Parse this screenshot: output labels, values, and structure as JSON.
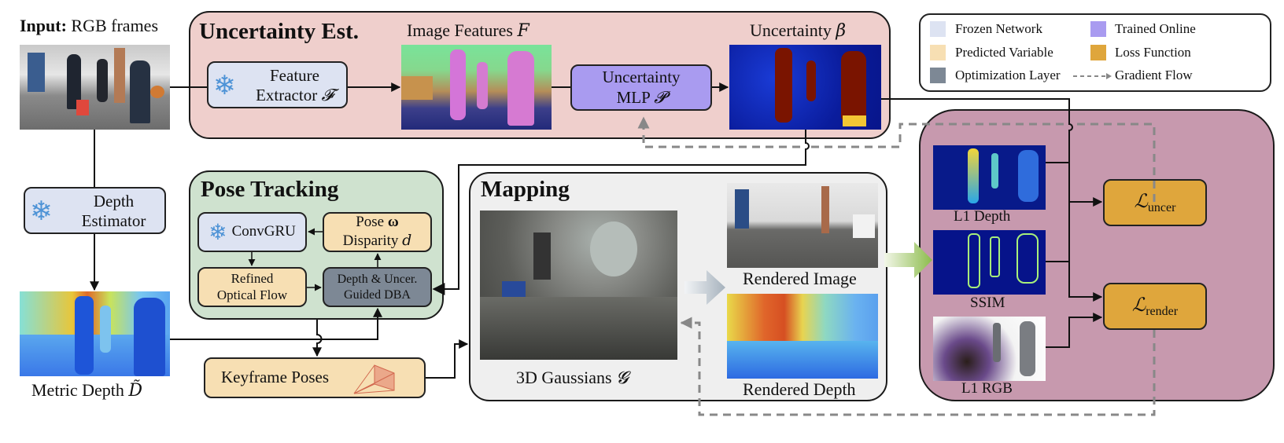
{
  "input": {
    "label_bold": "Input:",
    "label_rest": "RGB frames"
  },
  "uncertainty_panel": {
    "title": "Uncertainty Est.",
    "feature_extractor": {
      "line1": "Feature",
      "line2": "Extractor",
      "symbol": "𝓕"
    },
    "image_features": {
      "label": "Image Features",
      "symbol": "F"
    },
    "mlp": {
      "line1": "Uncertainty",
      "line2": "MLP",
      "symbol": "𝓟"
    },
    "uncertainty_map": {
      "label": "Uncertainty",
      "symbol": "β"
    }
  },
  "depth_estimator": {
    "line1": "Depth",
    "line2": "Estimator"
  },
  "metric_depth": {
    "label": "Metric Depth",
    "symbol": "D̃"
  },
  "pose_panel": {
    "title": "Pose Tracking",
    "convgru": "ConvGRU",
    "pose": {
      "line1": "Pose",
      "pose_symbol": "ω",
      "line2": "Disparity",
      "disp_symbol": "d"
    },
    "flow": {
      "line1": "Refined",
      "line2": "Optical Flow"
    },
    "dba": {
      "line1": "Depth & Uncer.",
      "line2": "Guided DBA"
    }
  },
  "keyframe": {
    "label": "Keyframe Poses"
  },
  "mapping_panel": {
    "title": "Mapping",
    "gaussians": {
      "label": "3D Gaussians",
      "symbol": "𝓖"
    },
    "rendered_image": "Rendered Image",
    "rendered_depth": "Rendered Depth"
  },
  "loss_panel": {
    "l1_depth": "L1 Depth",
    "ssim": "SSIM",
    "l1_rgb": "L1 RGB",
    "loss_uncer": {
      "symbol": "ℒ",
      "sub": "uncer"
    },
    "loss_render": {
      "symbol": "ℒ",
      "sub": "render"
    }
  },
  "legend": {
    "items": [
      {
        "label": "Frozen Network",
        "color": "#dde3f2"
      },
      {
        "label": "Trained Online",
        "color": "#a99bf0"
      },
      {
        "label": "Predicted Variable",
        "color": "#f7dfb3"
      },
      {
        "label": "Loss Function",
        "color": "#dfa63c"
      },
      {
        "label": "Optimization Layer",
        "color": "#7d8895"
      },
      {
        "label": "Gradient Flow",
        "color": "#888888"
      }
    ]
  },
  "colors": {
    "uncertainty_panel_bg": "#efcfcc",
    "pose_panel_bg": "#cfe2cf",
    "mapping_panel_bg": "#efefef",
    "loss_panel_bg": "#c799ae",
    "gradient_flow": "#888888",
    "snowflake": "#4e93d6"
  }
}
